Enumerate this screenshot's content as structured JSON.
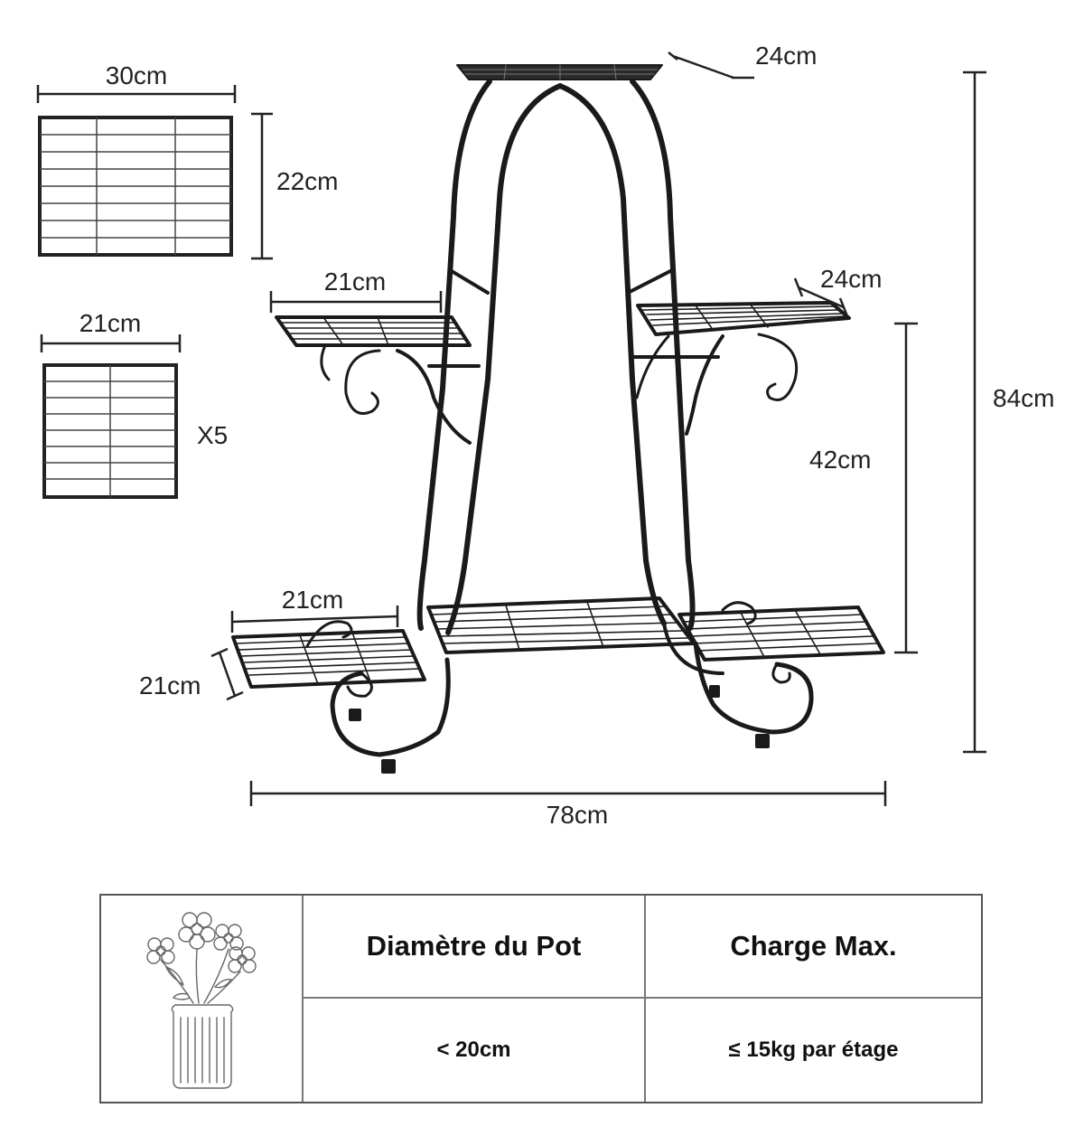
{
  "dimensions": {
    "top_shelf_width": "30cm",
    "top_shelf_depth": "22cm",
    "small_shelf_width": "21cm",
    "small_shelf_count": "X5",
    "top_tray_depth": "24cm",
    "upper_left_shelf_width": "21cm",
    "upper_right_shelf_depth": "24cm",
    "total_height": "84cm",
    "lower_shelf_height": "42cm",
    "lower_left_shelf_width": "21cm",
    "lower_left_shelf_depth": "21cm",
    "total_width": "78cm"
  },
  "specs": {
    "pot_diameter_label": "Diamètre du Pot",
    "max_load_label": "Charge Max.",
    "pot_diameter_value": "< 20cm",
    "max_load_value": "≤ 15kg par étage"
  },
  "icons": {
    "vase": "flower-vase-icon"
  }
}
